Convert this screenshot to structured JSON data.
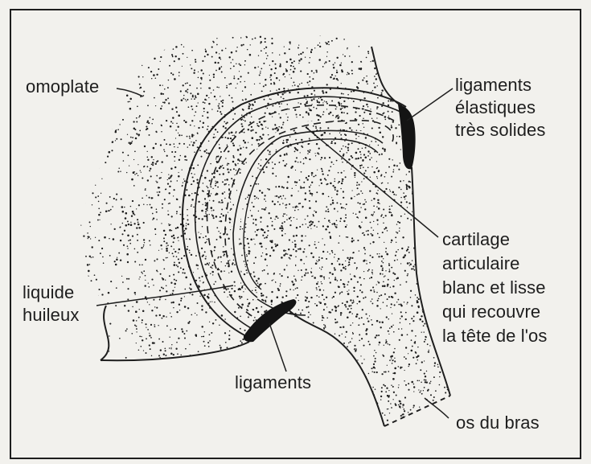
{
  "labels": {
    "omoplate": "omoplate",
    "ligaments_elastiques": [
      "ligaments",
      "élastiques",
      "très solides"
    ],
    "cartilage": [
      "cartilage",
      "articulaire",
      "blanc et lisse",
      "qui recouvre",
      "la tête de l'os"
    ],
    "liquide_huileux": [
      "liquide",
      "huileux"
    ],
    "ligaments": "ligaments",
    "os_du_bras": "os du bras"
  },
  "colors": {
    "paper": "#f2f1ed",
    "ink": "#1e1e1e",
    "ligament_fill": "#141414"
  }
}
